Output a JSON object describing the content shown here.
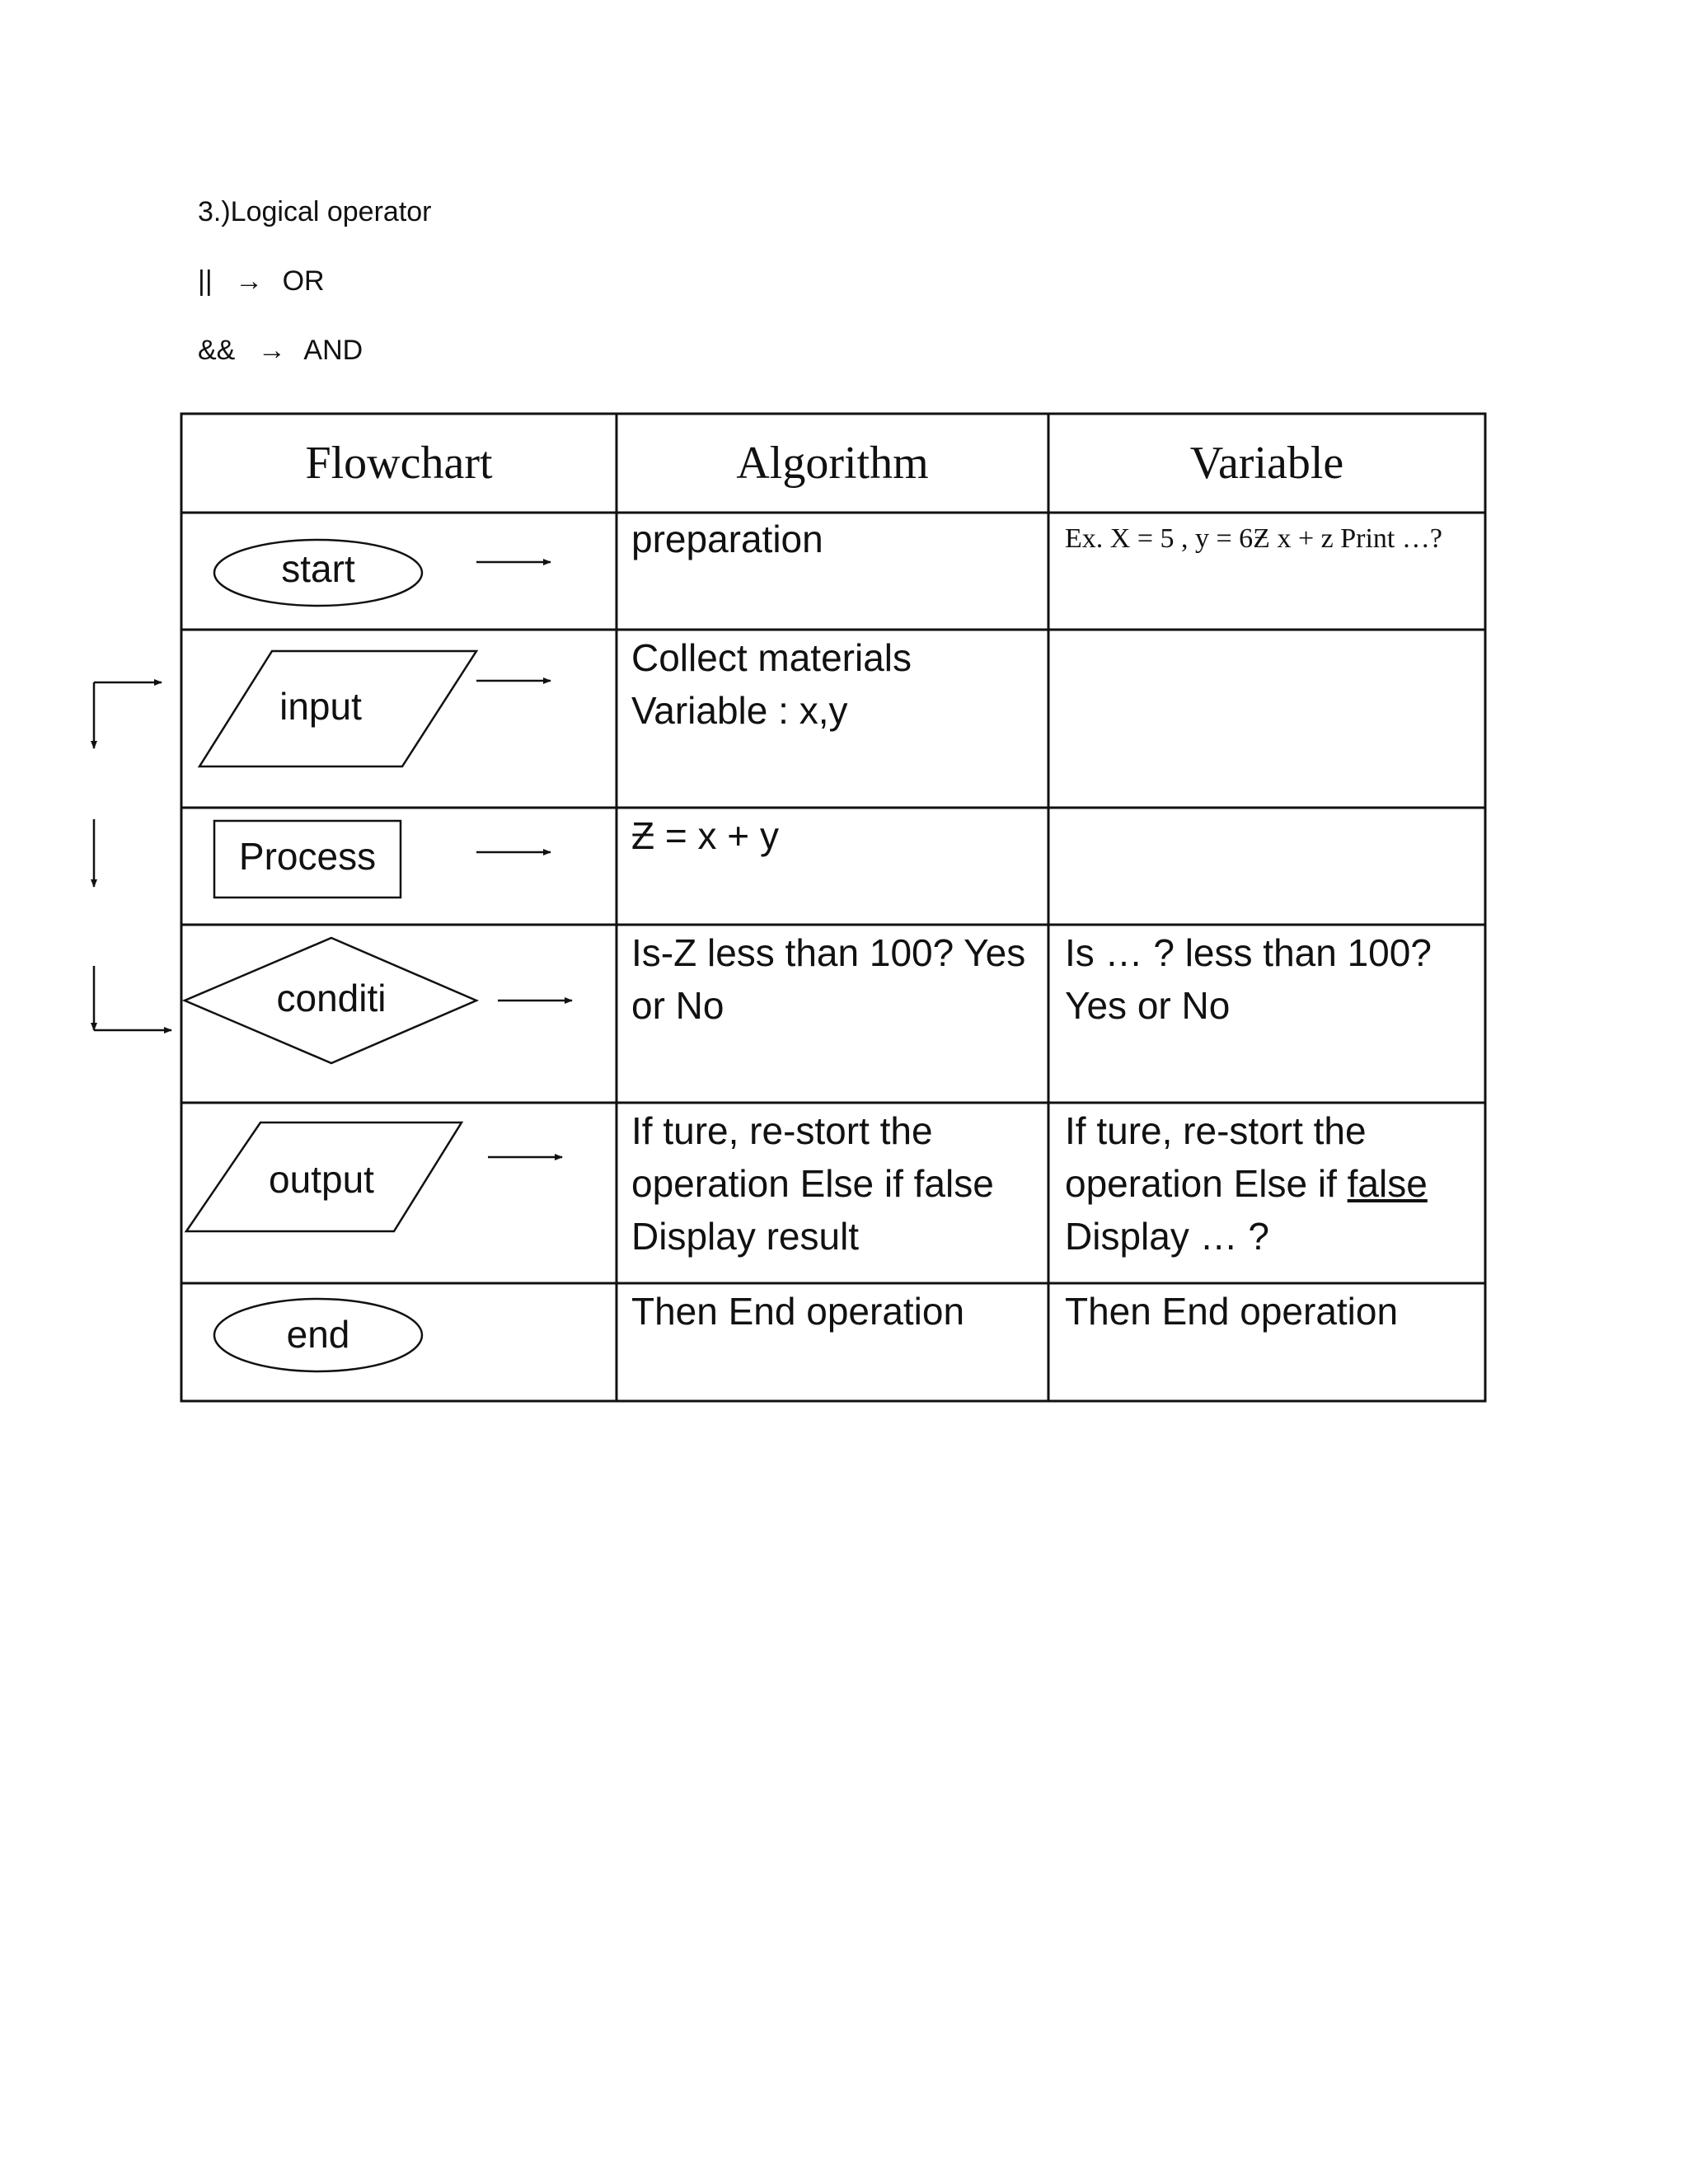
{
  "intro": {
    "heading": "3.)Logical operator",
    "or_symbol": "||",
    "or_arrow": "→",
    "or_text": "OR",
    "and_symbol": "&&",
    "and_arrow": "→",
    "and_text": "AND"
  },
  "table": {
    "headers": [
      "Flowchart",
      "Algorithm",
      "Variable"
    ],
    "rows": [
      {
        "shape": "terminator",
        "label": "start",
        "algorithm": "preparation",
        "variable": "Ex. X = 5 , y = 6Ƶ x + z Print …?"
      },
      {
        "shape": "parallelogram",
        "label": "input",
        "algorithm_lines": [
          "Collect materials",
          "Variable : x,y"
        ],
        "variable": ""
      },
      {
        "shape": "rectangle",
        "label": "Process",
        "algorithm": "Ƶ = x + y",
        "variable": ""
      },
      {
        "shape": "diamond",
        "label": "conditi",
        "algorithm_lines": [
          "Is-Z less than 100? Yes",
          "or No"
        ],
        "variable_lines": [
          "Is … ? less than 100?",
          "Yes or No"
        ]
      },
      {
        "shape": "parallelogram",
        "label": "output",
        "algorithm_lines": [
          "If ture, re-stort  the",
          "operation  Else if false",
          "Display result"
        ],
        "variable_lines": [
          "If ture, re-stort  the",
          "operation  Else if",
          "Display … ?"
        ],
        "variable_underlined_word": "false"
      },
      {
        "shape": "terminator",
        "label": "end",
        "algorithm": "Then End operation",
        "variable": "Then End operation"
      }
    ]
  }
}
